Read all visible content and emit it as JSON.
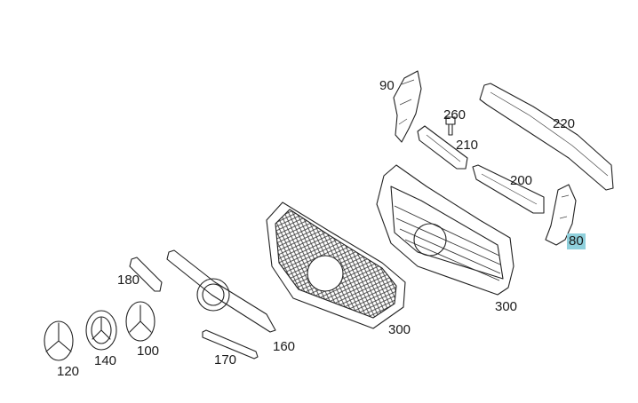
{
  "labels": [
    {
      "id": "90",
      "text": "90"
    },
    {
      "id": "260",
      "text": "260"
    },
    {
      "id": "210",
      "text": "210"
    },
    {
      "id": "220",
      "text": "220"
    },
    {
      "id": "200",
      "text": "200"
    },
    {
      "id": "80",
      "text": "80",
      "highlight_color": "#8fd0dc"
    },
    {
      "id": "300a",
      "text": "300"
    },
    {
      "id": "180",
      "text": "180"
    },
    {
      "id": "160",
      "text": "160"
    },
    {
      "id": "300b",
      "text": "300"
    },
    {
      "id": "120",
      "text": "120"
    },
    {
      "id": "140",
      "text": "140"
    },
    {
      "id": "100",
      "text": "100"
    },
    {
      "id": "170",
      "text": "170"
    }
  ]
}
